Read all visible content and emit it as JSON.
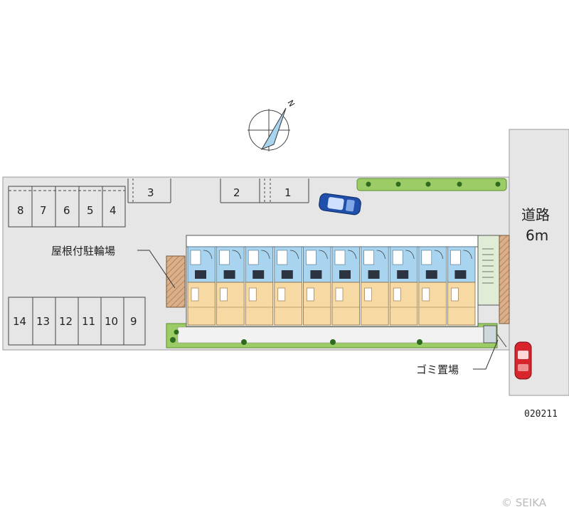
{
  "parking": {
    "top_left_spaces": [
      "8",
      "7",
      "6",
      "5",
      "4"
    ],
    "top_space_3": "3",
    "top_space_2": "2",
    "top_space_1": "1",
    "bottom_spaces": [
      "14",
      "13",
      "12",
      "11",
      "10",
      "9"
    ]
  },
  "labels": {
    "bicycle_parking": "屋根付駐輪場",
    "garbage": "ゴミ置場",
    "road_line1": "道路",
    "road_line2": "6m",
    "code": "020211",
    "copyright": "© SEIKA"
  },
  "compass": {
    "north_symbol": "N"
  },
  "colors": {
    "lot": "#e6e6e6",
    "road": "#e6e6e6",
    "grass": "#9ccc65",
    "unit_room": "#f7d9a4",
    "unit_balcony": "#a9d4ef",
    "car_blue": "#1f4fa8",
    "car_red": "#d7252b"
  }
}
